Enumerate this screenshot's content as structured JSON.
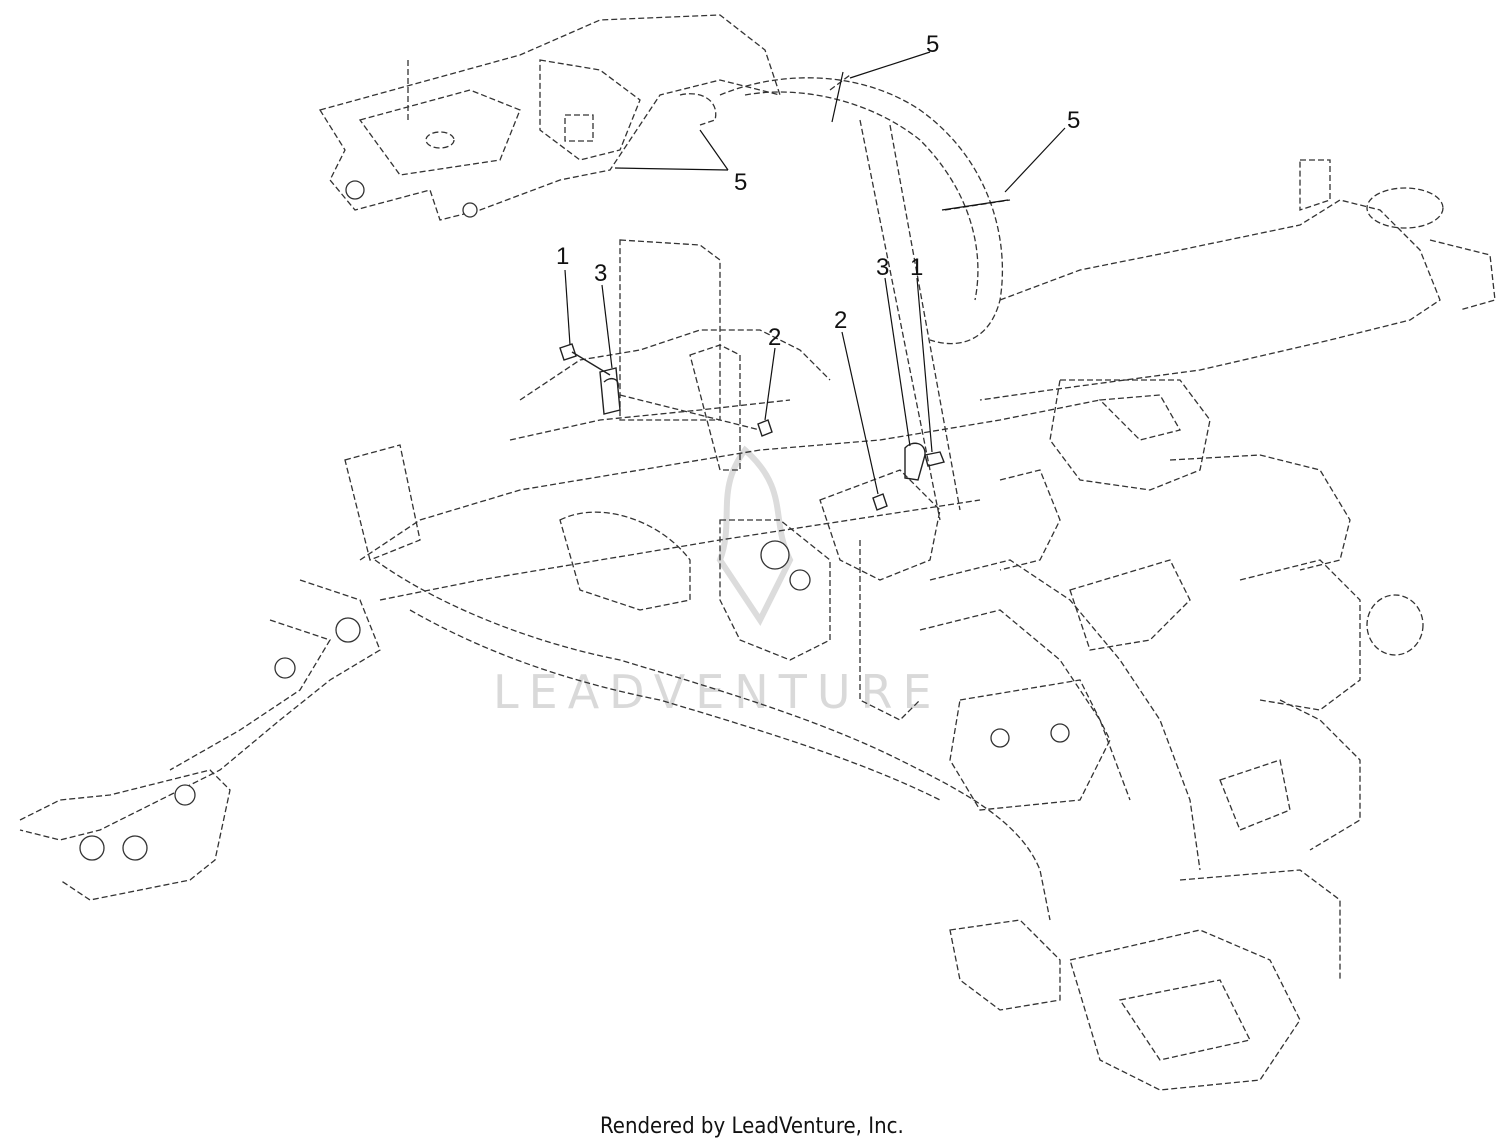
{
  "callouts": [
    {
      "id": "c1",
      "label": "5"
    },
    {
      "id": "c2",
      "label": "5"
    },
    {
      "id": "c3",
      "label": "5"
    },
    {
      "id": "c4",
      "label": "1"
    },
    {
      "id": "c5",
      "label": "3"
    },
    {
      "id": "c6",
      "label": "2"
    },
    {
      "id": "c7",
      "label": "2"
    },
    {
      "id": "c8",
      "label": "3"
    },
    {
      "id": "c9",
      "label": "1"
    }
  ],
  "watermark": "LEADVENTURE",
  "footer": "Rendered by LeadVenture, Inc."
}
